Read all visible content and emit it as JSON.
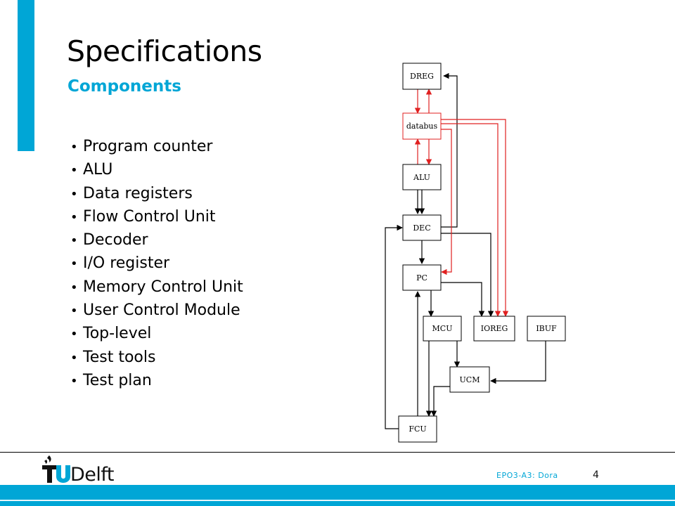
{
  "slide": {
    "title": "Specifications",
    "subtitle": "Components",
    "bullet_char": "•",
    "bullets": [
      "Program counter",
      "ALU",
      "Data registers",
      "Flow Control Unit",
      "Decoder",
      "I/O register",
      "Memory Control Unit",
      "User Control Module",
      "Top-level",
      "Test tools",
      "Test plan"
    ]
  },
  "diagram": {
    "nodes": {
      "dreg": "DREG",
      "databus": "databus",
      "alu": "ALU",
      "dec": "DEC",
      "pc": "PC",
      "mcu": "MCU",
      "ioreg": "IOREG",
      "ibuf": "IBUF",
      "ucm": "UCM",
      "fcu": "FCU"
    },
    "colors": {
      "databus_links": "#e02020",
      "control_links": "#000000"
    }
  },
  "footer": {
    "logo_text": "Delft",
    "logo_mark": "TU",
    "caption": "EPO3-A3:  Dora",
    "page_number": "4"
  },
  "theme": {
    "accent": "#00a6d6"
  }
}
